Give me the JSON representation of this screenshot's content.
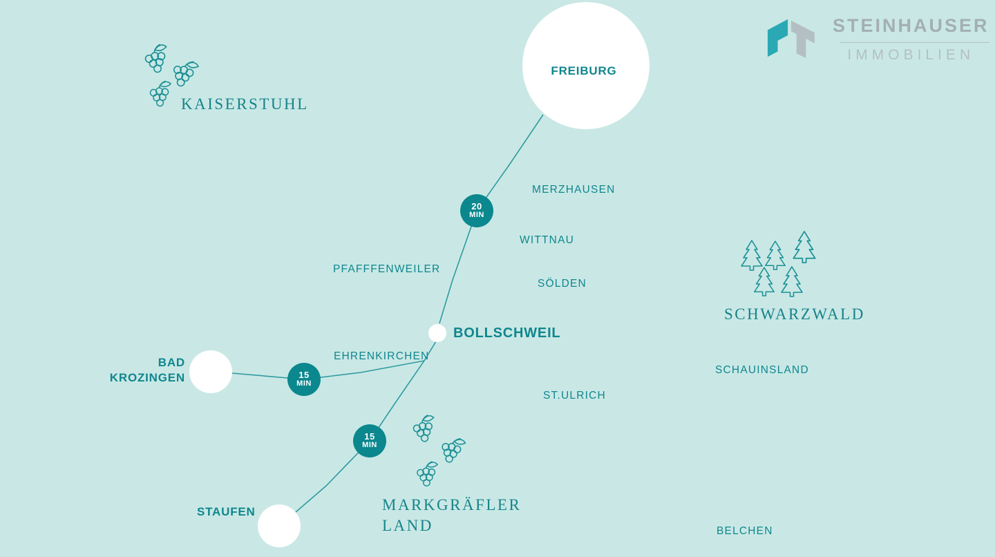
{
  "colors": {
    "background": "#c9e8e5",
    "accent_teal": "#0f868e",
    "badge_teal": "#0b878e",
    "route_line": "#2f9aa0",
    "marker_white": "#ffffff",
    "logo_gray": "#a3aeb5",
    "logo_light_gray": "#b4bfc4",
    "logo_teal": "#2aa9b4"
  },
  "logo": {
    "title": "STEINHAUSER",
    "subtitle": "IMMOBILIEN"
  },
  "cities": {
    "freiburg": "FREIBURG",
    "bollschweil": "BOLLSCHWEIL",
    "staufen": "STAUFEN",
    "bad_krozingen_line1": "BAD",
    "bad_krozingen_line2": "KROZINGEN"
  },
  "places": {
    "merzhausen": "MERZHAUSEN",
    "wittnau": "WITTNAU",
    "soelden": "SÖLDEN",
    "pfaffenweiler": "PFAFFFENWEILER",
    "ehrenkirchen": "EHRENKIRCHEN",
    "st_ulrich": "ST.ULRICH",
    "schauinsland": "SCHAUINSLAND",
    "belchen": "BELCHEN"
  },
  "regions": {
    "kaiserstuhl": "KAISERSTUHL",
    "schwarzwald": "SCHWARZWALD",
    "markgraefler_line1": "MARKGRÄFLER",
    "markgraefler_line2": "LAND"
  },
  "travel_badges": [
    {
      "value": "20",
      "unit": "MIN"
    },
    {
      "value": "15",
      "unit": "MIN"
    },
    {
      "value": "15",
      "unit": "MIN"
    }
  ]
}
